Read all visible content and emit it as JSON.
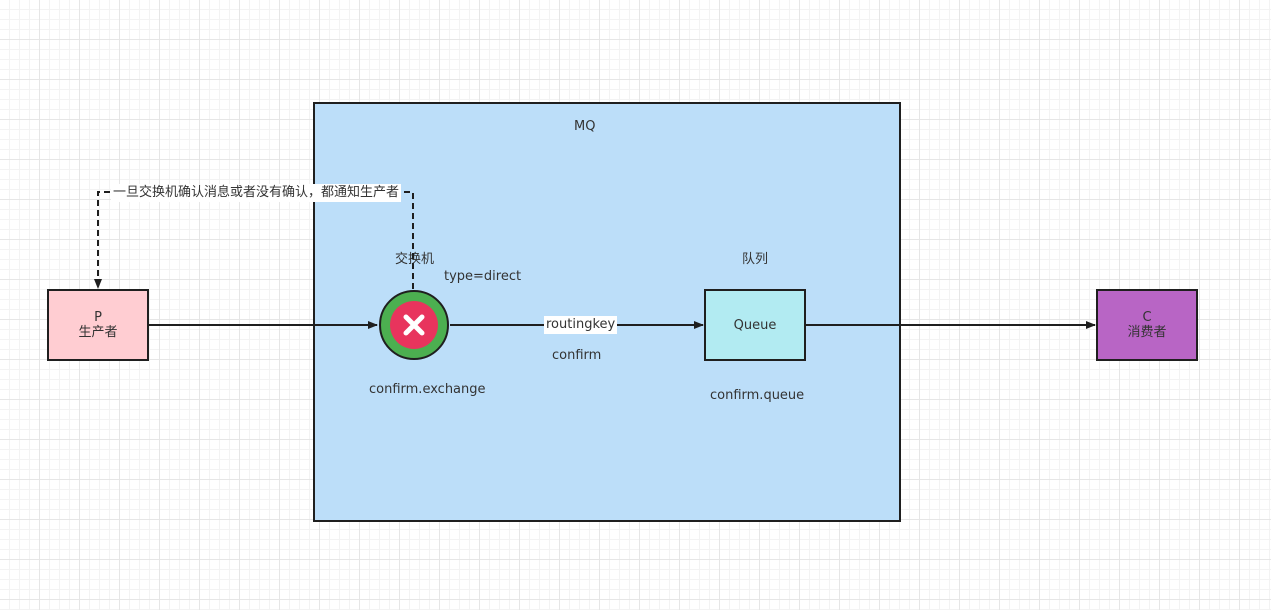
{
  "colors": {
    "mq_fill": "#bcdef9",
    "producer_fill": "#ffcdd2",
    "consumer_fill": "#b865c5",
    "queue_fill": "#b2ebf2",
    "exchange_ring": "#4caf50",
    "exchange_core": "#e8345d",
    "stroke": "#1f1f1f"
  },
  "mq": {
    "title": "MQ"
  },
  "producer": {
    "title": "P",
    "subtitle": "生产者"
  },
  "consumer": {
    "title": "C",
    "subtitle": "消费者"
  },
  "exchange": {
    "caption": "交换机",
    "type_label": "type=direct",
    "name": "confirm.exchange",
    "icon": "close-icon"
  },
  "queue": {
    "caption": "队列",
    "label": "Queue",
    "name": "confirm.queue"
  },
  "binding": {
    "routingkey_label": "routingkey",
    "routingkey_value": "confirm"
  },
  "feedback": {
    "label": "一旦交换机确认消息或者没有确认，都通知生产者"
  }
}
